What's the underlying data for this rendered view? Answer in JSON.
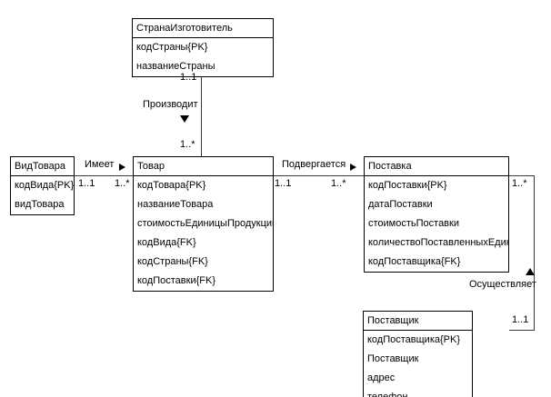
{
  "diagram": {
    "type": "er-class-diagram",
    "language": "ru",
    "entities": [
      {
        "id": "strana",
        "name": "СтранаИзготовитель",
        "attributes": [
          "кодСтраны{PK}",
          "названиеСтраны"
        ]
      },
      {
        "id": "vidtovara",
        "name": "ВидТовара",
        "attributes": [
          "кодВида{PK}",
          "видТовара"
        ]
      },
      {
        "id": "tovar",
        "name": "Товар",
        "attributes": [
          "кодТовара{PK}",
          "названиеТовара",
          "стоимостьЕдиницыПродукции",
          "кодВида{FK}",
          "кодСтраны{FK}",
          "кодПоставки{FK}"
        ]
      },
      {
        "id": "postavka",
        "name": "Поставка",
        "attributes": [
          "кодПоставки{PK}",
          "датаПоставки",
          "стоимостьПоставки",
          "количествоПоставленныхЕдиниц",
          "кодПоставщика{FK}"
        ]
      },
      {
        "id": "postavshik",
        "name": "Поставщик",
        "attributes": [
          "кодПоставщика{PK}",
          "Поставщик",
          "адрес",
          "телефон"
        ]
      }
    ],
    "relationships": [
      {
        "id": "proizvodit",
        "label": "Производит",
        "marker": "triangle-down",
        "from": "strana",
        "to": "tovar",
        "from_multiplicity": "1..1",
        "to_multiplicity": "1..*"
      },
      {
        "id": "imeet",
        "label": "Имеет",
        "marker": "triangle-right",
        "from": "vidtovara",
        "to": "tovar",
        "from_multiplicity": "1..1",
        "to_multiplicity": "1..*"
      },
      {
        "id": "podvergaetsya",
        "label": "Подвергается",
        "marker": "triangle-right",
        "from": "tovar",
        "to": "postavka",
        "from_multiplicity": "1..1",
        "to_multiplicity": "1..*"
      },
      {
        "id": "osushestvlyaet",
        "label": "Осуществляет",
        "marker": "triangle-up",
        "from": "postavshik",
        "to": "postavka",
        "from_multiplicity": "1..1",
        "to_multiplicity": "1..*"
      }
    ]
  },
  "colors": {
    "line": "#3a3a3a",
    "border": "#000000",
    "text": "#000000",
    "background": "#ffffff"
  }
}
